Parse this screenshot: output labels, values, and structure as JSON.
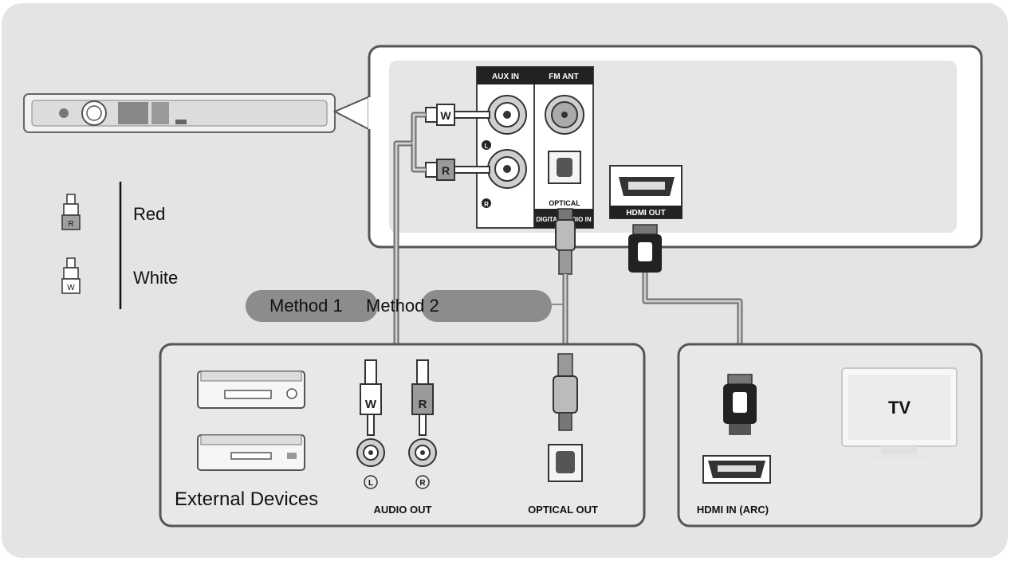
{
  "legend": {
    "red_letter": "R",
    "red_label": "Red",
    "white_letter": "W",
    "white_label": "White"
  },
  "methods": {
    "method1": "Method 1",
    "method2": "Method 2"
  },
  "soundbar_panel": {
    "aux_in": "AUX IN",
    "fm_ant": "FM ANT",
    "optical": "OPTICAL",
    "digital_audio_in": "DIGITAL AUDIO IN",
    "hdmi_out": "HDMI OUT",
    "left_mark": "L",
    "right_mark": "R"
  },
  "external": {
    "title": "External Devices",
    "audio_out": "AUDIO OUT",
    "optical_out": "OPTICAL OUT",
    "left_mark": "L",
    "right_mark": "R",
    "white_plug": "W",
    "red_plug": "R"
  },
  "tv_panel": {
    "hdmi_in": "HDMI IN (ARC)",
    "tv_label": "TV"
  },
  "colors": {
    "background": "#e4e4e4",
    "panel_border": "#555555",
    "pill": "#8c8c8c",
    "cable": "#6e6e6e"
  }
}
